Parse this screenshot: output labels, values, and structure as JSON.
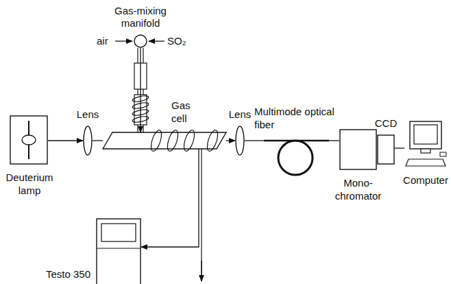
{
  "diagram": {
    "nodes": [
      {
        "text": [
          "Gas-mixing manifold"
        ]
      },
      {
        "text": [
          "Deuterium lamp"
        ]
      },
      {
        "text": [
          "Lens"
        ]
      },
      {
        "text": [
          "Gas cell"
        ]
      },
      {
        "text": [
          "Lens"
        ]
      },
      {
        "text": [
          "Multimode optical fiber"
        ]
      },
      {
        "text": [
          "CCD"
        ]
      },
      {
        "text": [
          "Mono- chromator"
        ]
      },
      {
        "text": [
          "Computer"
        ]
      },
      {
        "text": [
          "Testo 350"
        ]
      }
    ],
    "edges": [
      {
        "from": 1,
        "to": 2,
        "arrow": "to"
      },
      {
        "from": 2,
        "to": 3,
        "arrow": "none"
      },
      {
        "from": 3,
        "to": 4,
        "arrow": "to"
      },
      {
        "from": 4,
        "to": 5,
        "arrow": "none"
      },
      {
        "from": 5,
        "to": 7,
        "arrow": "none"
      },
      {
        "from": 6,
        "to": 8,
        "arrow": "none"
      },
      {
        "from": 0,
        "to": 3,
        "arrow": "to"
      },
      {
        "from": 3,
        "to": 9,
        "arrow": "to"
      }
    ],
    "labels": [
      "air",
      "SO₂"
    ]
  }
}
